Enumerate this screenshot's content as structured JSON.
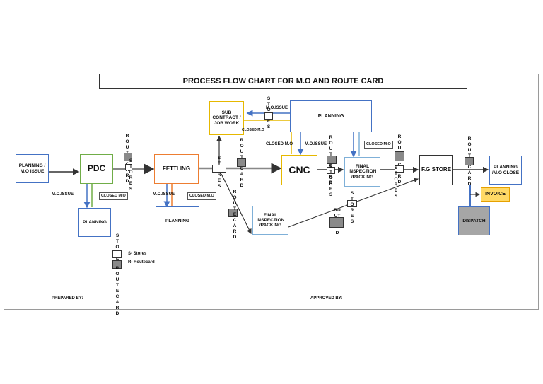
{
  "diagram": {
    "title": "PROCESS FLOW CHART FOR M.O AND ROUTE CARD",
    "nodes": {
      "planning_mo_issue": "PLANNING / M.O ISSUE",
      "pdc": "PDC",
      "planning_1": "PLANNING",
      "fettling": "FETTLING",
      "planning_2": "PLANNING",
      "sub_contract": "SUB CONTRACT / JOB WORK",
      "planning_3": "PLANNING",
      "cnc": "CNC",
      "final_inspection_1": "FINAL INSPECTION /PACKING",
      "final_inspection_2": "FINAL INSPECTION /PACKING",
      "fg_store": "F.G STORE",
      "planning_mo_close": "PLANNING /M.O CLOSE",
      "invoice": "INVOICE",
      "dispatch": "DISPATCH"
    },
    "labels": {
      "mo_issue": "M.O.ISSUE",
      "closed_mo": "CLOSED M.O",
      "stores": "STORES",
      "routecard": "ROUTECARD",
      "st_stores": "STORES",
      "rd_card": "RD UT E CA RD"
    },
    "legend": {
      "stores": "S- Stores",
      "routecard": "R- Routecard"
    },
    "footer": {
      "prepared_by": "PREPARED BY:",
      "approved_by": "APPROVED BY:"
    },
    "colors": {
      "orange": "#ed7d31",
      "green": "#70ad47",
      "gold": "#e6b800",
      "blue": "#4472c4",
      "light_blue": "#7fb0d8",
      "invoice_fill": "#ffd966",
      "dispatch_fill": "#a6a6a6"
    }
  }
}
